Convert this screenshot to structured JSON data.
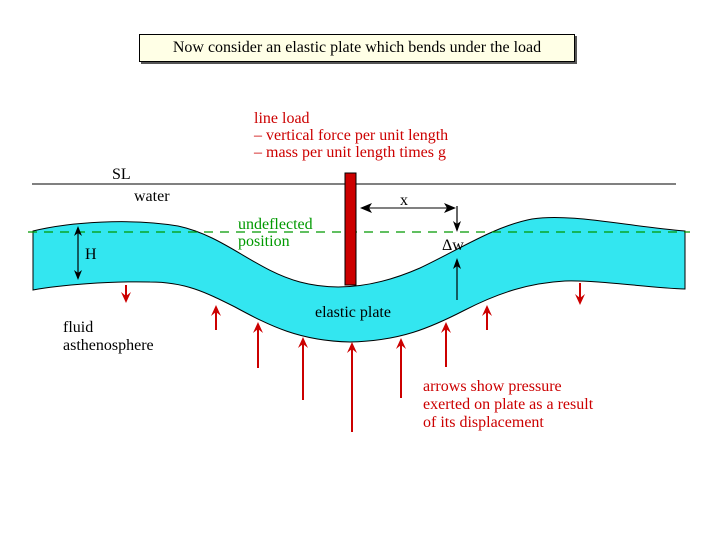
{
  "title": "Now consider an elastic plate which  bends under the load",
  "labels": {
    "line_load": "line load",
    "line_load_item1": "– vertical force per unit length",
    "line_load_item2": "– mass per unit length times g",
    "sl": "SL",
    "water": "water",
    "undeflected_1": "undeflected",
    "undeflected_2": "position",
    "h": "H",
    "x": "x",
    "dw": "Δw",
    "elastic_plate": "elastic plate",
    "fluid_1": "fluid",
    "fluid_2": "asthenosphere",
    "arrows_1": "arrows show pressure",
    "arrows_2": "exerted on plate as a result",
    "arrows_3": "of its displacement"
  },
  "colors": {
    "plate": "#33e6f0",
    "load": "#cc0000",
    "red_text": "#cc0000",
    "green_text": "#009900",
    "dashed_line": "#009900",
    "pressure_arrows": "#cc0000"
  }
}
